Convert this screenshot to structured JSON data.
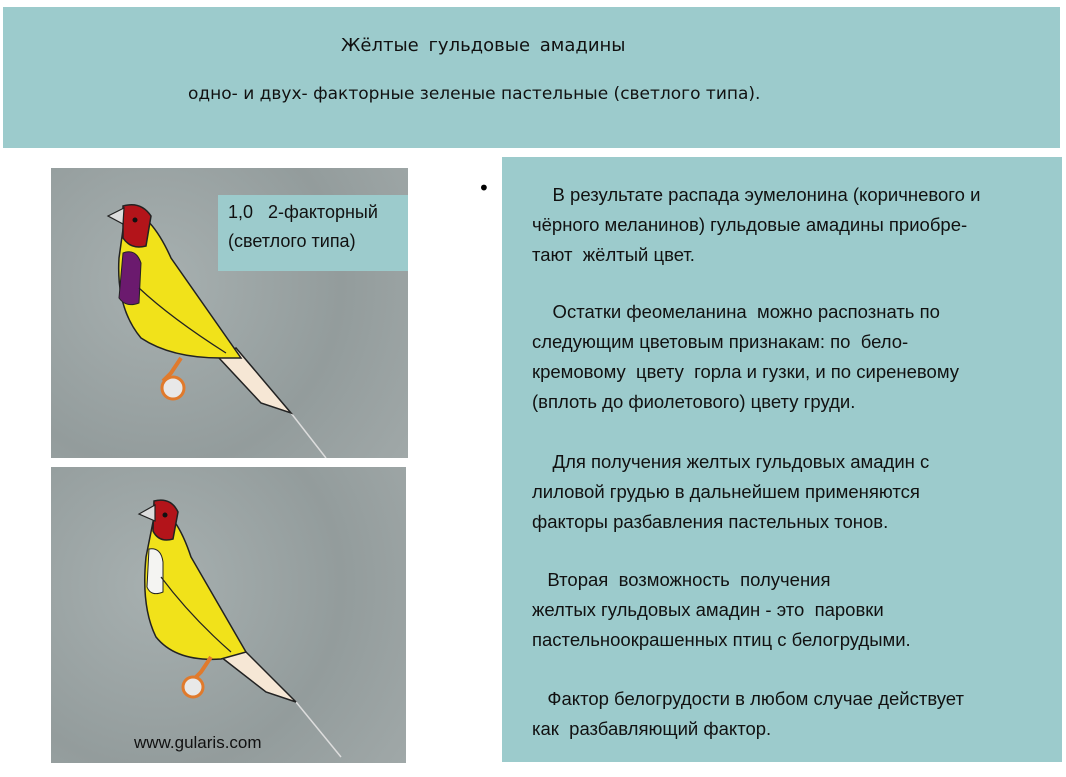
{
  "header": {
    "title": "Жёлтые  гульдовые  амадины",
    "subtitle": "одно- и двух- факторные зеленые пастельные (светлого типа)."
  },
  "images": {
    "top_label_line1": "1,0   2-факторный",
    "top_label_line2": "(светлого типа)",
    "site": "www.gularis.com"
  },
  "bullet": "•",
  "paragraphs": [
    [
      "    В результате распада эумелонина (коричневого и",
      "чёрного меланинов) гульдовые амадины приобре-",
      "тают  жёлтый цвет."
    ],
    [
      "    Остатки феомеланина  можно распознать по",
      "следующим цветовым признакам: по  бело-",
      "кремовому  цвету  горла и гузки, и по сиреневому",
      "(вплоть до фиолетового) цвету груди."
    ],
    [
      "    Для получения желтых гульдовых амадин с",
      "лиловой грудью в дальнейшем применяются",
      "факторы разбавления пастельных тонов."
    ],
    [
      "   Вторая  возможность  получения",
      "желтых гульдовых амадин - это  паровки",
      "пастельноокрашенных птиц с белогрудыми."
    ],
    [
      "   Фактор белогрудости в любом случае действует",
      "как  разбавляющий фактор."
    ]
  ],
  "colors": {
    "panel": "#9ccbcc",
    "yellow": "#f1e21a",
    "red": "#b3141a",
    "purple": "#6b1a6e"
  }
}
